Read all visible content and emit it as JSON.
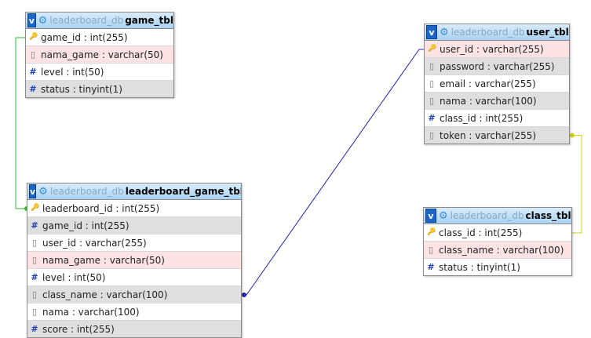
{
  "tables": [
    {
      "id": "game",
      "db": "leaderboard_db",
      "name": "game_tbl",
      "columns": [
        {
          "label": "game_id : int(255)",
          "icon": "key-icon",
          "bg": "c1"
        },
        {
          "label": "nama_game : varchar(50)",
          "icon": "string-icon",
          "bg": "pink"
        },
        {
          "label": "level : int(50)",
          "icon": "hash-icon",
          "bg": "c1"
        },
        {
          "label": "status : tinyint(1)",
          "icon": "hash-icon",
          "bg": "c2"
        }
      ]
    },
    {
      "id": "user",
      "db": "leaderboard_db",
      "name": "user_tbl",
      "columns": [
        {
          "label": "user_id : varchar(255)",
          "icon": "key-icon",
          "bg": "pink"
        },
        {
          "label": "password : varchar(255)",
          "icon": "string-icon",
          "bg": "c2"
        },
        {
          "label": "email : varchar(255)",
          "icon": "string-icon",
          "bg": "c1"
        },
        {
          "label": "nama : varchar(100)",
          "icon": "string-icon",
          "bg": "c2"
        },
        {
          "label": "class_id : int(255)",
          "icon": "hash-icon",
          "bg": "c1"
        },
        {
          "label": "token : varchar(255)",
          "icon": "string-icon",
          "bg": "c2"
        }
      ]
    },
    {
      "id": "leaderboard",
      "db": "leaderboard_db",
      "name": "leaderboard_game_tbl",
      "columns": [
        {
          "label": "leaderboard_id : int(255)",
          "icon": "key-icon",
          "bg": "c1"
        },
        {
          "label": "game_id : int(255)",
          "icon": "hash-icon",
          "bg": "c2"
        },
        {
          "label": "user_id : varchar(255)",
          "icon": "string-icon",
          "bg": "c1"
        },
        {
          "label": "nama_game : varchar(50)",
          "icon": "string-icon",
          "bg": "pink"
        },
        {
          "label": "level : int(50)",
          "icon": "hash-icon",
          "bg": "c1"
        },
        {
          "label": "class_name : varchar(100)",
          "icon": "string-icon",
          "bg": "c2"
        },
        {
          "label": "nama : varchar(100)",
          "icon": "string-icon",
          "bg": "c1"
        },
        {
          "label": "score : int(255)",
          "icon": "hash-icon",
          "bg": "c2"
        }
      ]
    },
    {
      "id": "class",
      "db": "leaderboard_db",
      "name": "class_tbl",
      "columns": [
        {
          "label": "class_id : int(255)",
          "icon": "key-icon",
          "bg": "c1"
        },
        {
          "label": "class_name : varchar(100)",
          "icon": "string-icon",
          "bg": "pink"
        },
        {
          "label": "status : tinyint(1)",
          "icon": "hash-icon",
          "bg": "c1"
        }
      ]
    }
  ],
  "relations": [
    {
      "from": "game.game_id",
      "to": "leaderboard.leaderboard_id",
      "color": "#33b533"
    },
    {
      "from": "user.user_id",
      "to": "leaderboard.class_name",
      "color": "#2222aa"
    },
    {
      "from": "user.token",
      "to": "class.class_id",
      "color": "#d6cc1a"
    }
  ],
  "colors": {
    "header": "#a9d2f2",
    "toggle": "#1d66c7",
    "pink_row": "#fde3e3",
    "gray_row": "#dfdfdf"
  }
}
